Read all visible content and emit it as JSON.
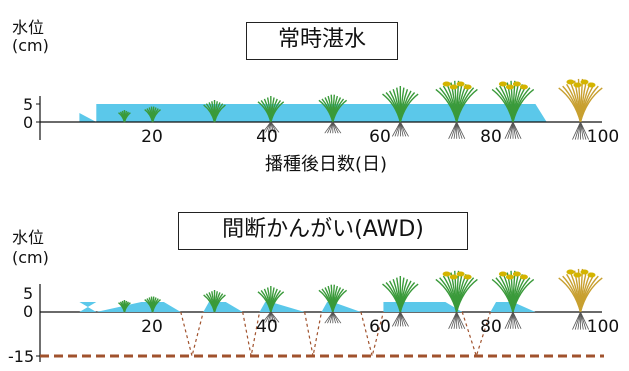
{
  "panels": [
    {
      "title": "常時湛水",
      "ylabel_line1": "水位",
      "ylabel_line2": "(cm)",
      "y_ticks": [
        "5",
        "0"
      ],
      "x_ticks": [
        "20",
        "40",
        "60",
        "80",
        "100"
      ],
      "xlabel": "播種後日数(日)"
    },
    {
      "title": "間断かんがい(AWD)",
      "ylabel_line1": "水位",
      "ylabel_line2": "(cm)",
      "y_ticks": [
        "5",
        "0",
        "-15"
      ],
      "x_ticks": [
        "20",
        "40",
        "60",
        "80",
        "100"
      ]
    }
  ],
  "colors": {
    "water": "#5bc8ea",
    "soil_line": "#a0522d",
    "plant_green": "#3a9a3a",
    "plant_mature": "#c8a030",
    "grain_yellow": "#d4b400",
    "root": "#555555"
  }
}
